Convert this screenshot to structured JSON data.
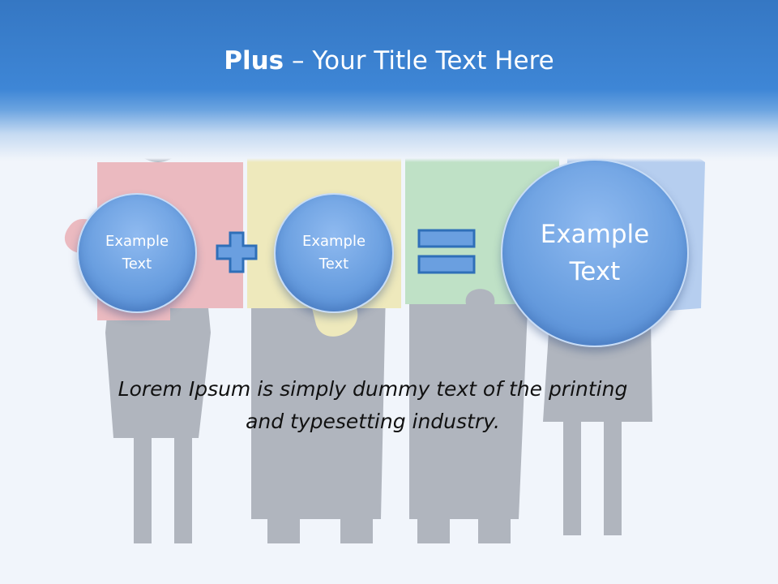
{
  "slide": {
    "title_bold": "Plus",
    "title_rest": " – Your Title Text Here",
    "circle_left": [
      "Example",
      "Text"
    ],
    "circle_middle": [
      "Example",
      "Text"
    ],
    "circle_result": [
      "Example",
      "Text"
    ],
    "caption_line1": "Lorem Ipsum is simply dummy text of the printing",
    "caption_line2": "and typesetting industry."
  },
  "colors": {
    "header_blue": "#3e86d6",
    "circle_blue": "#6a9fe0",
    "operator_fill": "#6a9fe0",
    "operator_stroke": "#2f6fb8",
    "puzzle_red": "#e04048",
    "puzzle_yellow": "#e9d13a",
    "puzzle_green": "#58b85a",
    "puzzle_blue": "#3d7fd8"
  },
  "icons": {
    "plus": "plus-icon",
    "equals": "equals-icon"
  }
}
